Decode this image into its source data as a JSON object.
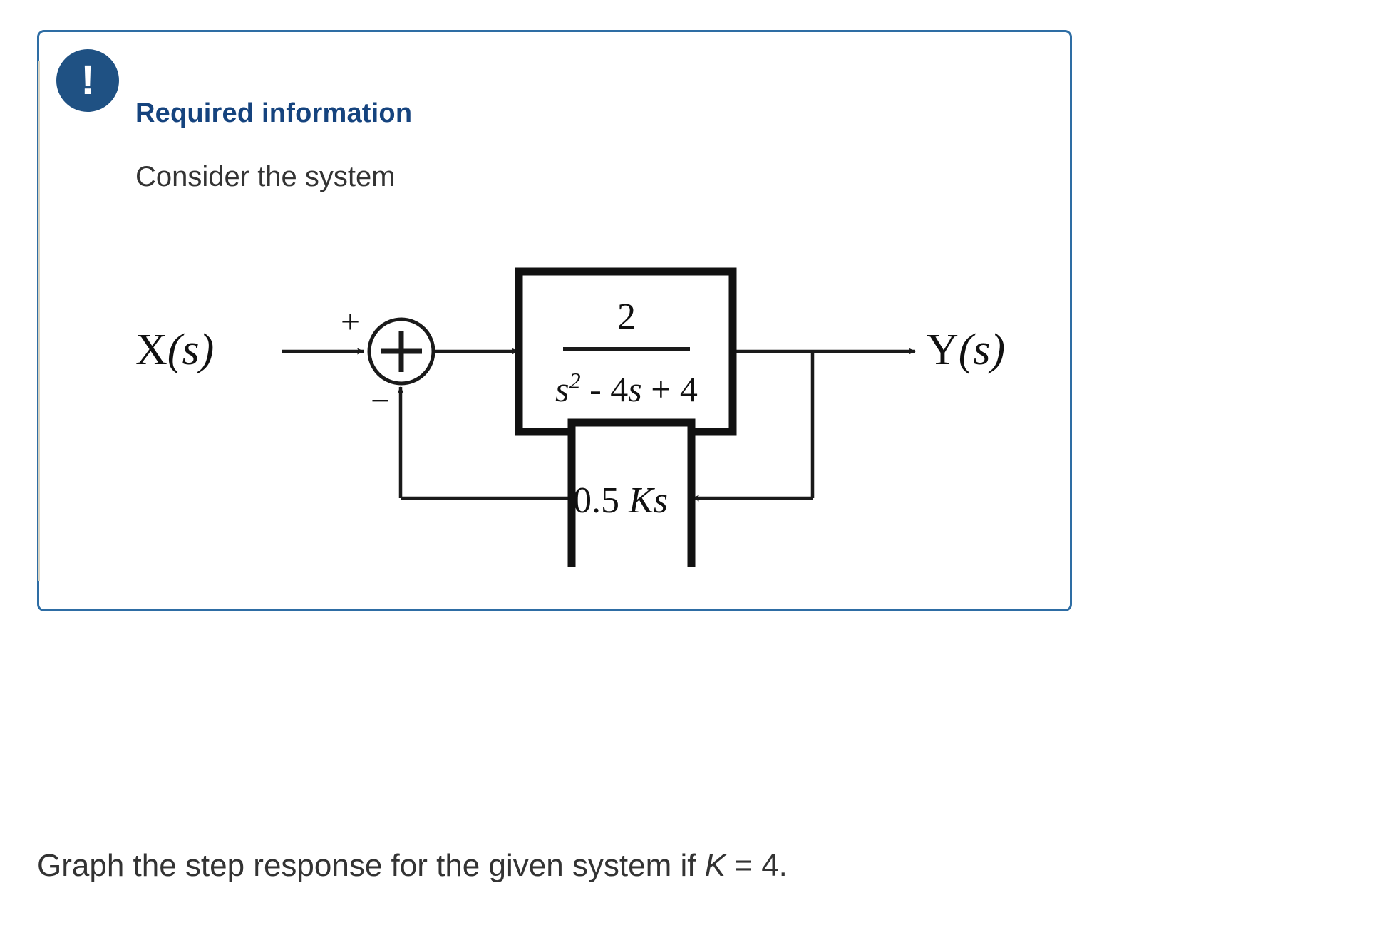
{
  "card": {
    "icon": "exclamation-icon",
    "icon_glyph": "!",
    "title": "Required information",
    "subtitle": "Consider the system",
    "border_color": "#2e6da4",
    "title_color": "#15437e",
    "icon_color": "#1f5183"
  },
  "diagram": {
    "name": "feedback-control-block-diagram",
    "input_label": "X(s)",
    "output_label": "Y(s)",
    "sum_symbol": "+",
    "sum_input_sign": "+",
    "sum_feedback_sign": "−",
    "forward_block": {
      "numerator": "2",
      "denominator_base": "s",
      "denominator_exponent": "2",
      "denominator_rest": " - 4s + 4",
      "denominator_full": "s² - 4s + 4"
    },
    "feedback_block": {
      "label_number": "0.5 ",
      "label_gain": "K",
      "label_var": "s",
      "label_full": "0.5 Ks"
    }
  },
  "prompt": {
    "lead": "Graph the step response for the given system if ",
    "symbol": "K",
    "equals": " = 4."
  }
}
